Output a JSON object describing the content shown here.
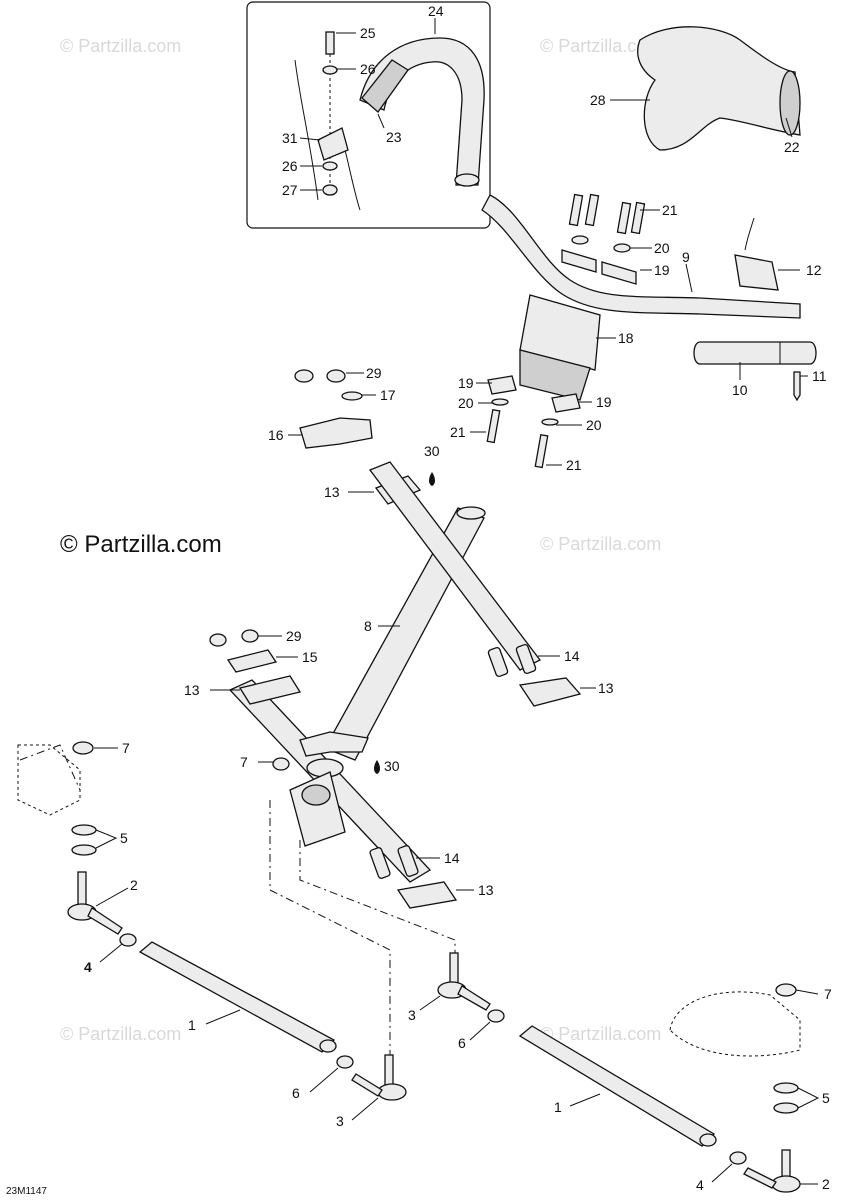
{
  "watermarks": {
    "main": "© Partzilla.com",
    "faint": "© Partzilla.com"
  },
  "diagram_code": "23M1147",
  "callouts": [
    {
      "id": "c25",
      "text": "25"
    },
    {
      "id": "c24",
      "text": "24"
    },
    {
      "id": "c26a",
      "text": "26"
    },
    {
      "id": "c23",
      "text": "23"
    },
    {
      "id": "c31",
      "text": "31"
    },
    {
      "id": "c26b",
      "text": "26"
    },
    {
      "id": "c27",
      "text": "27"
    },
    {
      "id": "c28",
      "text": "28"
    },
    {
      "id": "c22",
      "text": "22"
    },
    {
      "id": "c21a",
      "text": "21"
    },
    {
      "id": "c20a",
      "text": "20"
    },
    {
      "id": "c9",
      "text": "9"
    },
    {
      "id": "c19a",
      "text": "19"
    },
    {
      "id": "c12",
      "text": "12"
    },
    {
      "id": "c18",
      "text": "18"
    },
    {
      "id": "c29a",
      "text": "29"
    },
    {
      "id": "c17",
      "text": "17"
    },
    {
      "id": "c19b",
      "text": "19"
    },
    {
      "id": "c19c",
      "text": "19"
    },
    {
      "id": "c20b",
      "text": "20"
    },
    {
      "id": "c20c",
      "text": "20"
    },
    {
      "id": "c11",
      "text": "11"
    },
    {
      "id": "c10",
      "text": "10"
    },
    {
      "id": "c16",
      "text": "16"
    },
    {
      "id": "c21b",
      "text": "21"
    },
    {
      "id": "c21c",
      "text": "21"
    },
    {
      "id": "c30a",
      "text": "30"
    },
    {
      "id": "c13a",
      "text": "13"
    },
    {
      "id": "c8",
      "text": "8"
    },
    {
      "id": "c29b",
      "text": "29"
    },
    {
      "id": "c15",
      "text": "15"
    },
    {
      "id": "c14a",
      "text": "14"
    },
    {
      "id": "c13b",
      "text": "13"
    },
    {
      "id": "c13c",
      "text": "13"
    },
    {
      "id": "c7a",
      "text": "7"
    },
    {
      "id": "c7b",
      "text": "7"
    },
    {
      "id": "c30b",
      "text": "30"
    },
    {
      "id": "c5a",
      "text": "5"
    },
    {
      "id": "c14b",
      "text": "14"
    },
    {
      "id": "c13d",
      "text": "13"
    },
    {
      "id": "c2a",
      "text": "2"
    },
    {
      "id": "c4a",
      "text": "4"
    },
    {
      "id": "c3a",
      "text": "3"
    },
    {
      "id": "c6a",
      "text": "6"
    },
    {
      "id": "c7c",
      "text": "7"
    },
    {
      "id": "c1a",
      "text": "1"
    },
    {
      "id": "c6b",
      "text": "6"
    },
    {
      "id": "c3b",
      "text": "3"
    },
    {
      "id": "c5b",
      "text": "5"
    },
    {
      "id": "c1b",
      "text": "1"
    },
    {
      "id": "c4b",
      "text": "4"
    },
    {
      "id": "c2b",
      "text": "2"
    }
  ]
}
